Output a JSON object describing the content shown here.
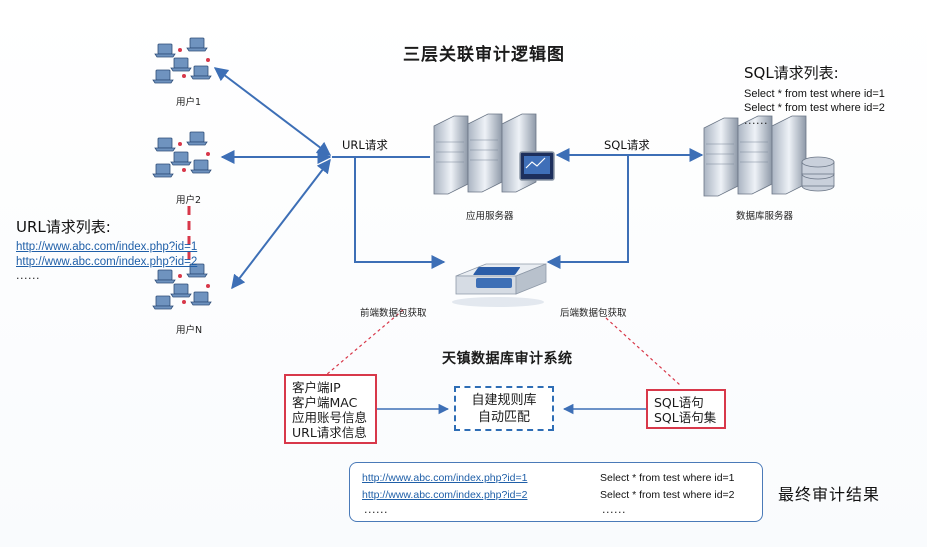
{
  "title": "三层关联审计逻辑图",
  "users": [
    {
      "label": "用户1"
    },
    {
      "label": "用户2"
    },
    {
      "label": "用户N"
    }
  ],
  "url_list": {
    "title": "URL请求列表:",
    "items": [
      "http://www.abc.com/index.php?id=1",
      "http://www.abc.com/index.php?id=2"
    ],
    "ellipsis": "......"
  },
  "sql_list": {
    "title": "SQL请求列表:",
    "items": [
      "Select * from test where id=1",
      "Select * from test where id=2"
    ],
    "ellipsis": "......"
  },
  "edges": {
    "url_request": "URL请求",
    "sql_request": "SQL请求",
    "front_capture": "前端数据包获取",
    "back_capture": "后端数据包获取"
  },
  "nodes": {
    "app_server": "应用服务器",
    "db_server": "数据库服务器",
    "audit_system": "天镇数据库审计系统"
  },
  "client_info": [
    "客户端IP",
    "客户端MAC",
    "应用账号信息",
    "URL请求信息"
  ],
  "rules_box": [
    "自建规则库",
    "自动匹配"
  ],
  "sql_info": [
    "SQL语句",
    "SQL语句集"
  ],
  "result": {
    "rows": [
      {
        "url": "http://www.abc.com/index.php?id=1",
        "sql": "Select * from test where id=1"
      },
      {
        "url": "http://www.abc.com/index.php?id=2",
        "sql": "Select * from test where id=2"
      }
    ],
    "url_ellipsis": "......",
    "sql_ellipsis": "......",
    "label": "最终审计结果"
  },
  "colors": {
    "arrow": "#3d6fb6",
    "red": "#d8384a",
    "green": "#5a9e3a",
    "link": "#1f5fa8"
  }
}
